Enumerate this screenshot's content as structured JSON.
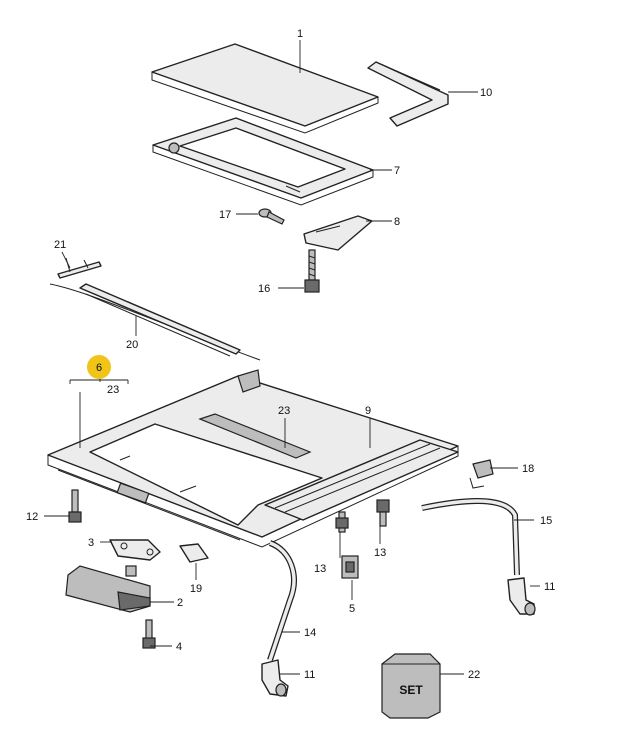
{
  "diagram": {
    "callouts": [
      {
        "id": "c1",
        "label": "1"
      },
      {
        "id": "c10",
        "label": "10"
      },
      {
        "id": "c7",
        "label": "7"
      },
      {
        "id": "c17",
        "label": "17"
      },
      {
        "id": "c8",
        "label": "8"
      },
      {
        "id": "c21",
        "label": "21"
      },
      {
        "id": "c16",
        "label": "16"
      },
      {
        "id": "c20",
        "label": "20"
      },
      {
        "id": "c6",
        "label": "6"
      },
      {
        "id": "c23a",
        "label": "23"
      },
      {
        "id": "c23b",
        "label": "23"
      },
      {
        "id": "c9",
        "label": "9"
      },
      {
        "id": "c18",
        "label": "18"
      },
      {
        "id": "c12",
        "label": "12"
      },
      {
        "id": "c15",
        "label": "15"
      },
      {
        "id": "c13a",
        "label": "13"
      },
      {
        "id": "c13b",
        "label": "13"
      },
      {
        "id": "c3",
        "label": "3"
      },
      {
        "id": "c19",
        "label": "19"
      },
      {
        "id": "c5",
        "label": "5"
      },
      {
        "id": "c11a",
        "label": "11"
      },
      {
        "id": "c2",
        "label": "2"
      },
      {
        "id": "c14",
        "label": "14"
      },
      {
        "id": "c4",
        "label": "4"
      },
      {
        "id": "c11b",
        "label": "11"
      },
      {
        "id": "c22",
        "label": "22"
      }
    ],
    "set_box_text": "SET",
    "highlight_color": "#f0c419"
  }
}
